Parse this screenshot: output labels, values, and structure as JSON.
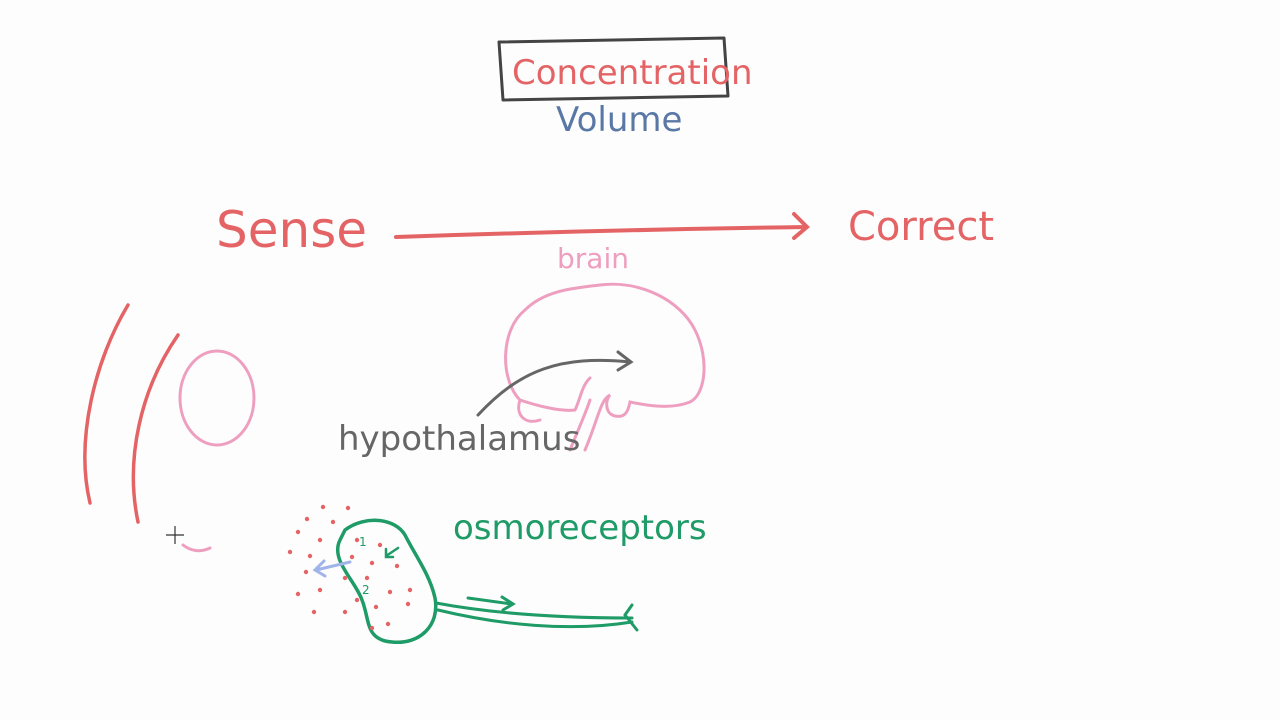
{
  "labels": {
    "concentration": "Concentration",
    "volume": "Volume",
    "sense": "Sense",
    "correct": "Correct",
    "brain": "brain",
    "hypothalamus": "hypothalamus",
    "osmoreceptors": "osmoreceptors",
    "cell_numbers": [
      "1",
      "2"
    ]
  },
  "colors": {
    "red": "#e46466",
    "blue": "#5a78a6",
    "pink": "#ee9fbf",
    "gray": "#666666",
    "green": "#1e9b66",
    "light_blue": "#9fb4e8",
    "dark": "#444444"
  },
  "icons": {
    "cursor": "crosshair-cursor-icon"
  }
}
